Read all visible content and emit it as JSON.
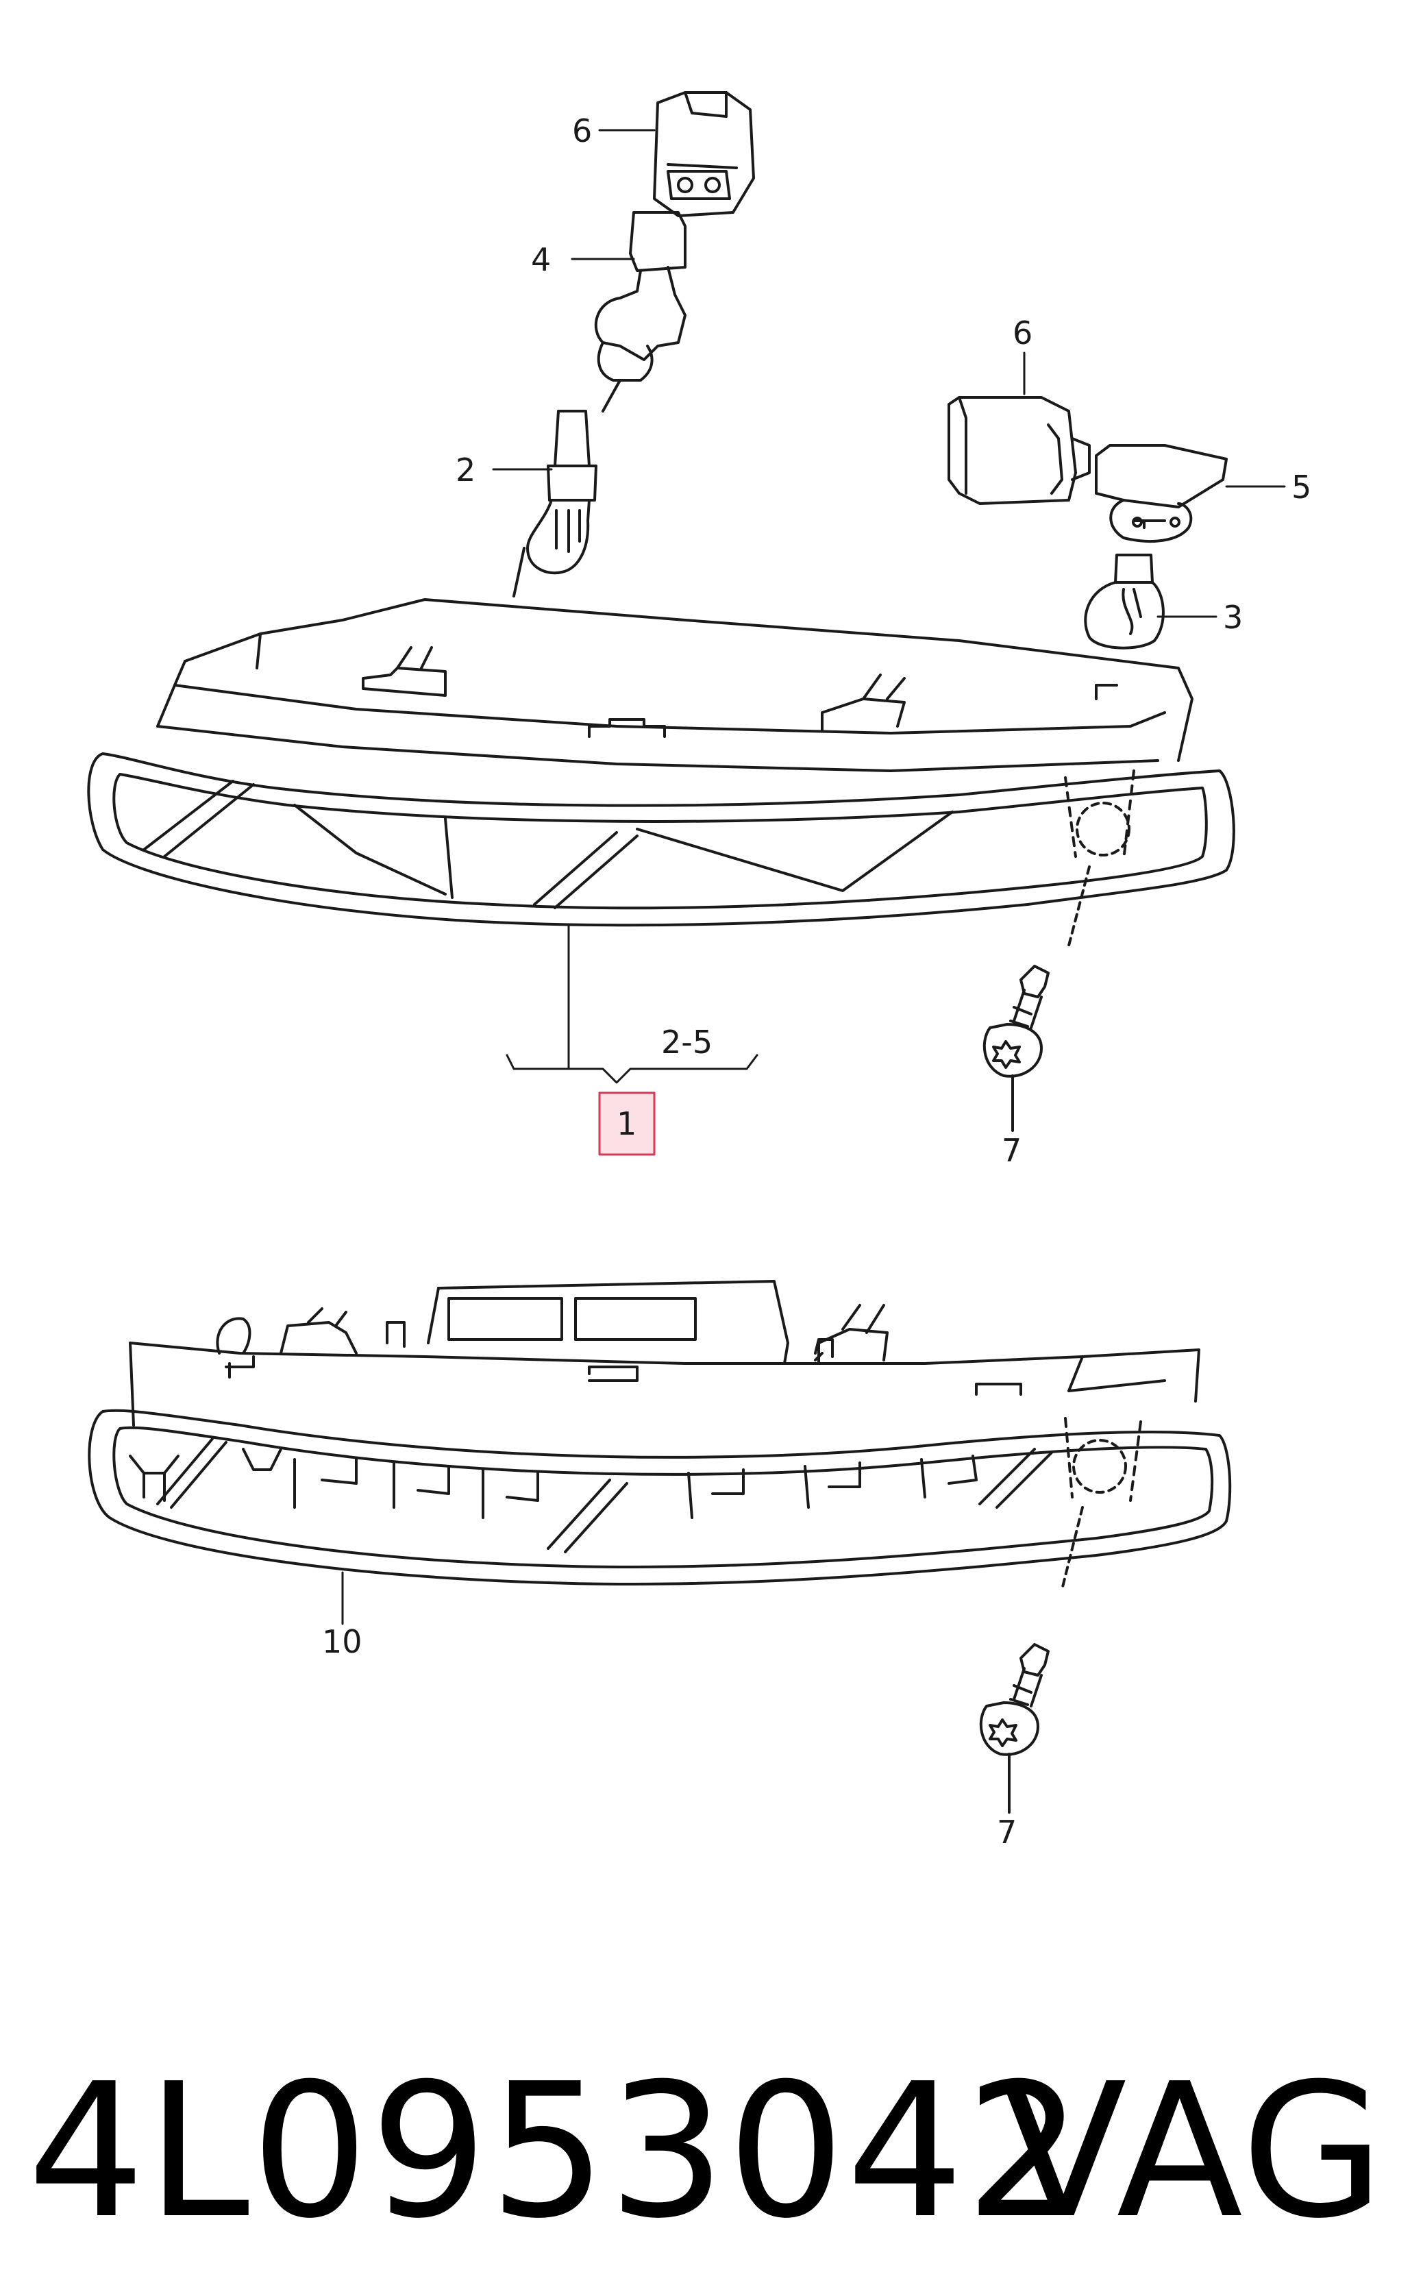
{
  "diagram": {
    "callouts": {
      "c1": "1",
      "c2": "2",
      "c3": "3",
      "c4": "4",
      "c5": "5",
      "c6a": "6",
      "c6b": "6",
      "c7a": "7",
      "c7b": "7",
      "c10": "10",
      "range": "2-5"
    },
    "colors": {
      "line": "#1a1a1a",
      "highlight_fill": "#fbe1e6",
      "highlight_stroke": "#d43a55"
    }
  },
  "footer": {
    "part_number": "4L0953042",
    "brand": "VAG"
  }
}
